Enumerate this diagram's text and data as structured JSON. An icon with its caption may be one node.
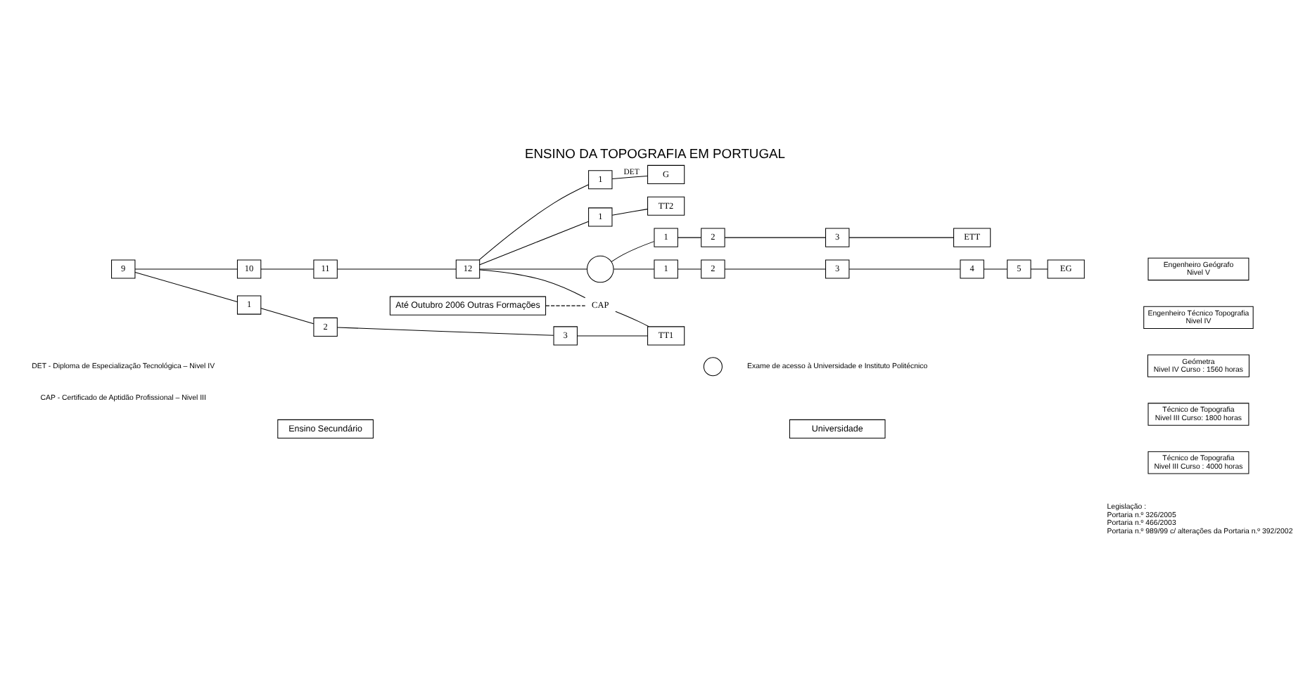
{
  "diagram": {
    "title": "ENSINO DA TOPOGRAFIA EM PORTUGAL",
    "nodes": [
      {
        "text": [
          "Ensino Secundário"
        ]
      },
      {
        "text": [
          "Universidade"
        ]
      },
      {
        "text": [
          "9"
        ]
      },
      {
        "text": [
          "10"
        ]
      },
      {
        "text": [
          "11"
        ]
      },
      {
        "text": [
          "12"
        ]
      },
      {
        "text": [],
        "shape": "circle"
      },
      {
        "text": [
          "1"
        ]
      },
      {
        "text": [
          "2"
        ]
      },
      {
        "text": [
          "3"
        ]
      },
      {
        "text": [
          "4"
        ]
      },
      {
        "text": [
          "5"
        ]
      },
      {
        "text": [
          "EG"
        ]
      },
      {
        "text": [
          "1"
        ]
      },
      {
        "text": [
          "2"
        ]
      },
      {
        "text": [
          "3"
        ]
      },
      {
        "text": [
          "ETT"
        ]
      },
      {
        "text": [
          "1"
        ]
      },
      {
        "text": [
          "G"
        ]
      },
      {
        "text": [
          "Até Outubro 2006 Outras Formações"
        ]
      },
      {
        "text": [
          "1"
        ]
      },
      {
        "text": [
          "TT2"
        ]
      },
      {
        "text": [
          "1"
        ]
      },
      {
        "text": [
          "2"
        ]
      },
      {
        "text": [
          "3"
        ]
      },
      {
        "text": [
          "TT1"
        ]
      },
      {
        "text": [
          "CAP"
        ]
      },
      {
        "text": [
          "Engenheiro Geógrafo",
          "Nivel V"
        ]
      },
      {
        "text": [
          "Engenheiro Técnico Topografia",
          "Nivel IV"
        ]
      },
      {
        "text": [
          "Geómetra",
          "Nivel IV Curso : 1560 horas"
        ]
      },
      {
        "text": [
          "Técnico de Topografia",
          "Nivel III Curso: 1800 horas"
        ]
      },
      {
        "text": [
          "Técnico de Topografia",
          "Nivel III Curso : 4000 horas"
        ]
      }
    ],
    "edges": [
      {
        "from": 2,
        "to": 3,
        "arrow": "none"
      },
      {
        "from": 3,
        "to": 4,
        "arrow": "none"
      },
      {
        "from": 4,
        "to": 5,
        "arrow": "none"
      },
      {
        "from": 5,
        "to": 6,
        "arrow": "none"
      },
      {
        "from": 6,
        "to": 7,
        "arrow": "none"
      },
      {
        "from": 7,
        "to": 8,
        "arrow": "none"
      },
      {
        "from": 8,
        "to": 9,
        "arrow": "none"
      },
      {
        "from": 9,
        "to": 10,
        "arrow": "none"
      },
      {
        "from": 10,
        "to": 11,
        "arrow": "none"
      },
      {
        "from": 11,
        "to": 12,
        "arrow": "none"
      },
      {
        "from": 6,
        "to": 13,
        "arrow": "none"
      },
      {
        "from": 13,
        "to": 14,
        "arrow": "none"
      },
      {
        "from": 14,
        "to": 15,
        "arrow": "none"
      },
      {
        "from": 15,
        "to": 16,
        "arrow": "none"
      },
      {
        "from": 5,
        "to": 17,
        "arrow": "none"
      },
      {
        "from": 17,
        "to": 18,
        "label": "DET",
        "arrow": "none"
      },
      {
        "from": 5,
        "to": 20,
        "arrow": "none"
      },
      {
        "from": 20,
        "to": 21,
        "arrow": "none"
      },
      {
        "from": 5,
        "to": 26,
        "arrow": "none"
      },
      {
        "from": 19,
        "to": 26,
        "arrow": "none",
        "style": "dashed"
      },
      {
        "from": 26,
        "to": 25,
        "arrow": "none"
      },
      {
        "from": 2,
        "to": 22,
        "arrow": "none"
      },
      {
        "from": 22,
        "to": 23,
        "arrow": "none"
      },
      {
        "from": 23,
        "to": 24,
        "arrow": "none"
      },
      {
        "from": 24,
        "to": 25,
        "arrow": "none"
      }
    ],
    "labels": [
      "DET - Diploma de Especialização Tecnológica – Nivel IV",
      "CAP - Certificado de Aptidão Profissional – Nivel III",
      "Legislação :",
      "Portaria n.º 326/2005",
      "Portaria n.º 466/2003",
      "Portaria n.º 989/99 c/ alterações da Portaria n.º 392/2002"
    ],
    "legend": [
      {
        "text": "Exame de acesso à Universidade e Instituto Politécnico"
      }
    ]
  }
}
